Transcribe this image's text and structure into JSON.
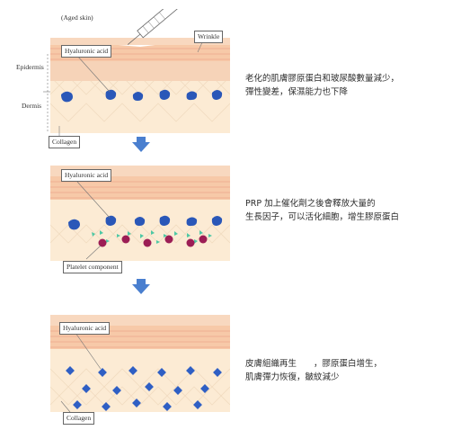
{
  "panel1": {
    "title": "(Aged skin)",
    "hyaluronic_label": "Hyaluronic acid",
    "wrinkle_label": "Wrinkle",
    "epidermis_label": "Epidermis",
    "dermis_label": "Dermis",
    "collagen_label": "Collagen",
    "description": [
      "老化的肌膚膠原蛋白和玻尿酸數量減少，",
      "彈性變差，保濕能力也下降"
    ]
  },
  "panel2": {
    "hyaluronic_label": "Hyaluronic acid",
    "platelet_label": "Platelet component",
    "description": [
      "PRP 加上催化劑之後會釋放大量的",
      "生長因子，可以活化細胞，增生膠原蛋白"
    ]
  },
  "panel3": {
    "hyaluronic_label": "Hyaluronic acid",
    "collagen_label": "Collagen",
    "description": [
      "皮膚組織再生　　，膠原蛋白增生，",
      "肌膚彈力恢復，皺紋減少"
    ]
  },
  "colors": {
    "epidermis_top": "#f7c9a8",
    "stripe": "#f2b799",
    "dermis": "#fcebd4",
    "hyaluronic": "#2a57b8",
    "collagen": "#2f5fc4",
    "platelet": "#9c1e55",
    "growth_factor": "#4ec8a4",
    "arrow": "#4a7fcf"
  }
}
